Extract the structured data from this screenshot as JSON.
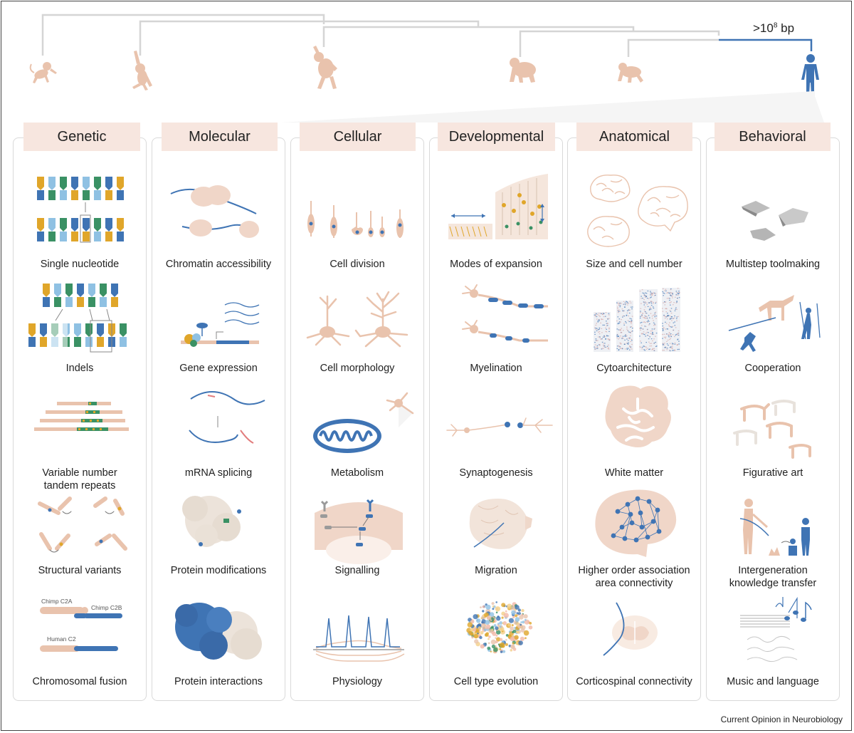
{
  "header": {
    "bp_value": ">10",
    "bp_exponent": "8",
    "bp_unit": " bp"
  },
  "columns": [
    {
      "title": "Genetic",
      "items": [
        "Single nucleotide",
        "Indels",
        "Variable number\ntandem repeats",
        "Structural variants",
        "Chromosomal fusion"
      ]
    },
    {
      "title": "Molecular",
      "items": [
        "Chromatin accessibility",
        "Gene expression",
        "mRNA splicing",
        "Protein modifications",
        "Protein interactions"
      ]
    },
    {
      "title": "Cellular",
      "items": [
        "Cell division",
        "Cell morphology",
        "Metabolism",
        "Signalling",
        "Physiology"
      ]
    },
    {
      "title": "Developmental",
      "items": [
        "Modes of expansion",
        "Myelination",
        "Synaptogenesis",
        "Migration",
        "Cell type evolution"
      ]
    },
    {
      "title": "Anatomical",
      "items": [
        "Size and cell number",
        "Cytoarchitecture",
        "White matter",
        "Higher order association\narea connectivity",
        "Corticospinal connectivity"
      ]
    },
    {
      "title": "Behavioral",
      "items": [
        "Multistep toolmaking",
        "Cooperation",
        "Figurative art",
        "Intergeneration\nknowledge transfer",
        "Music and language"
      ]
    }
  ],
  "chromosome_labels": {
    "chimp_a": "Chimp C2A",
    "chimp_b": "Chimp C2B",
    "human": "Human C2"
  },
  "footer": "Current Opinion in Neurobiology",
  "colors": {
    "primate": "#e9c3ad",
    "human": "#3f74b4",
    "header_bg": "#f7e6df",
    "tree_line": "#d5d5d5",
    "blue": "#3f74b4",
    "gold": "#e0a62a",
    "green": "#3a9164",
    "lightblue": "#8fc1e3"
  }
}
